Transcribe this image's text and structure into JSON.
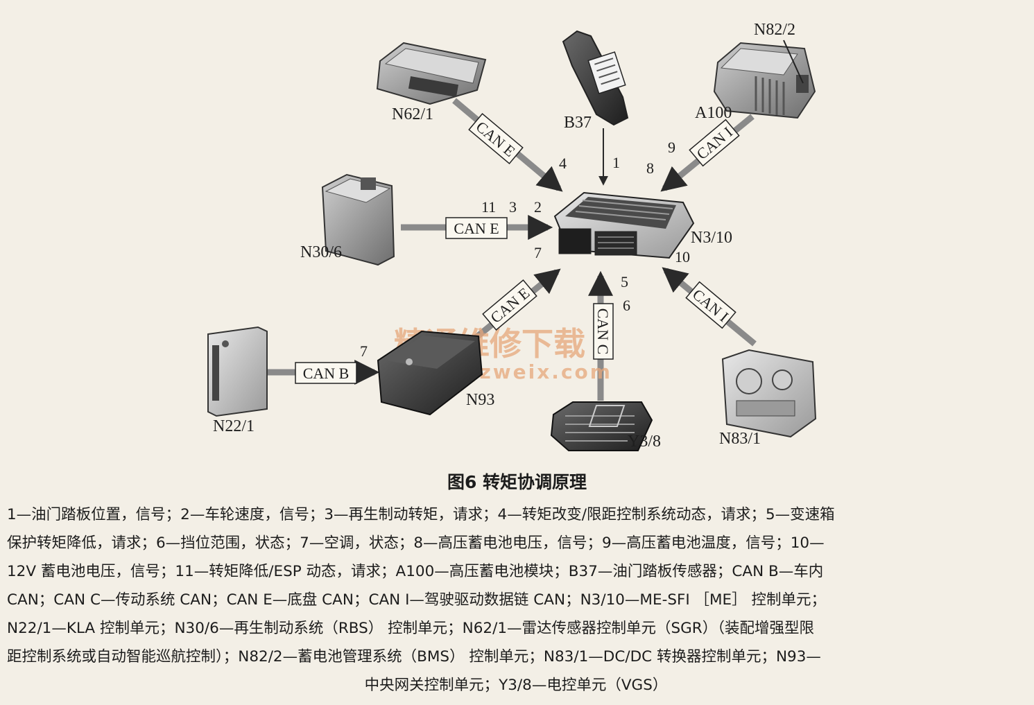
{
  "components": {
    "n62_1": "N62/1",
    "b37": "B37",
    "a100": "A100",
    "n82_2": "N82/2",
    "n30_6": "N30/6",
    "n3_10": "N3/10",
    "n22_1": "N22/1",
    "n93": "N93",
    "y3_8": "Y3/8",
    "n83_1": "N83/1"
  },
  "buses": {
    "can_e": "CAN E",
    "can_b": "CAN B",
    "can_c": "CAN C",
    "can_i": "CAN I"
  },
  "signals": {
    "s1": "1",
    "s2": "2",
    "s3": "3",
    "s4": "4",
    "s5": "5",
    "s6": "6",
    "s7a": "7",
    "s7b": "7",
    "s8": "8",
    "s9": "9",
    "s10": "10",
    "s11": "11"
  },
  "watermark": {
    "cn": "精通维修下载",
    "url": "www.gzweix.com"
  },
  "caption": {
    "title": "图6   转矩协调原理",
    "lines": [
      "1—油门踏板位置，信号；2—车轮速度，信号；3—再生制动转矩，请求；4—转矩改变/限距控制系统动态，请求；5—变速箱",
      "保护转矩降低，请求；6—挡位范围，状态；7—空调，状态；8—高压蓄电池电压，信号；9—高压蓄电池温度，信号；10—",
      "12V 蓄电池电压，信号；11—转矩降低/ESP 动态，请求；A100—高压蓄电池模块；B37—油门踏板传感器；CAN B—车内",
      "CAN；CAN C—传动系统 CAN；CAN E—底盘 CAN；CAN I—驾驶驱动数据链 CAN；N3/10—ME-SFI ［ME］ 控制单元；",
      "N22/1—KLA 控制单元；N30/6—再生制动系统（RBS） 控制单元；N62/1—雷达传感器控制单元（SGR）（装配增强型限",
      "距控制系统或自动智能巡航控制）；N82/2—蓄电池管理系统（BMS） 控制单元；N83/1—DC/DC 转换器控制单元；N93—",
      "中央网关控制单元；Y3/8—电控单元（VGS）"
    ]
  }
}
